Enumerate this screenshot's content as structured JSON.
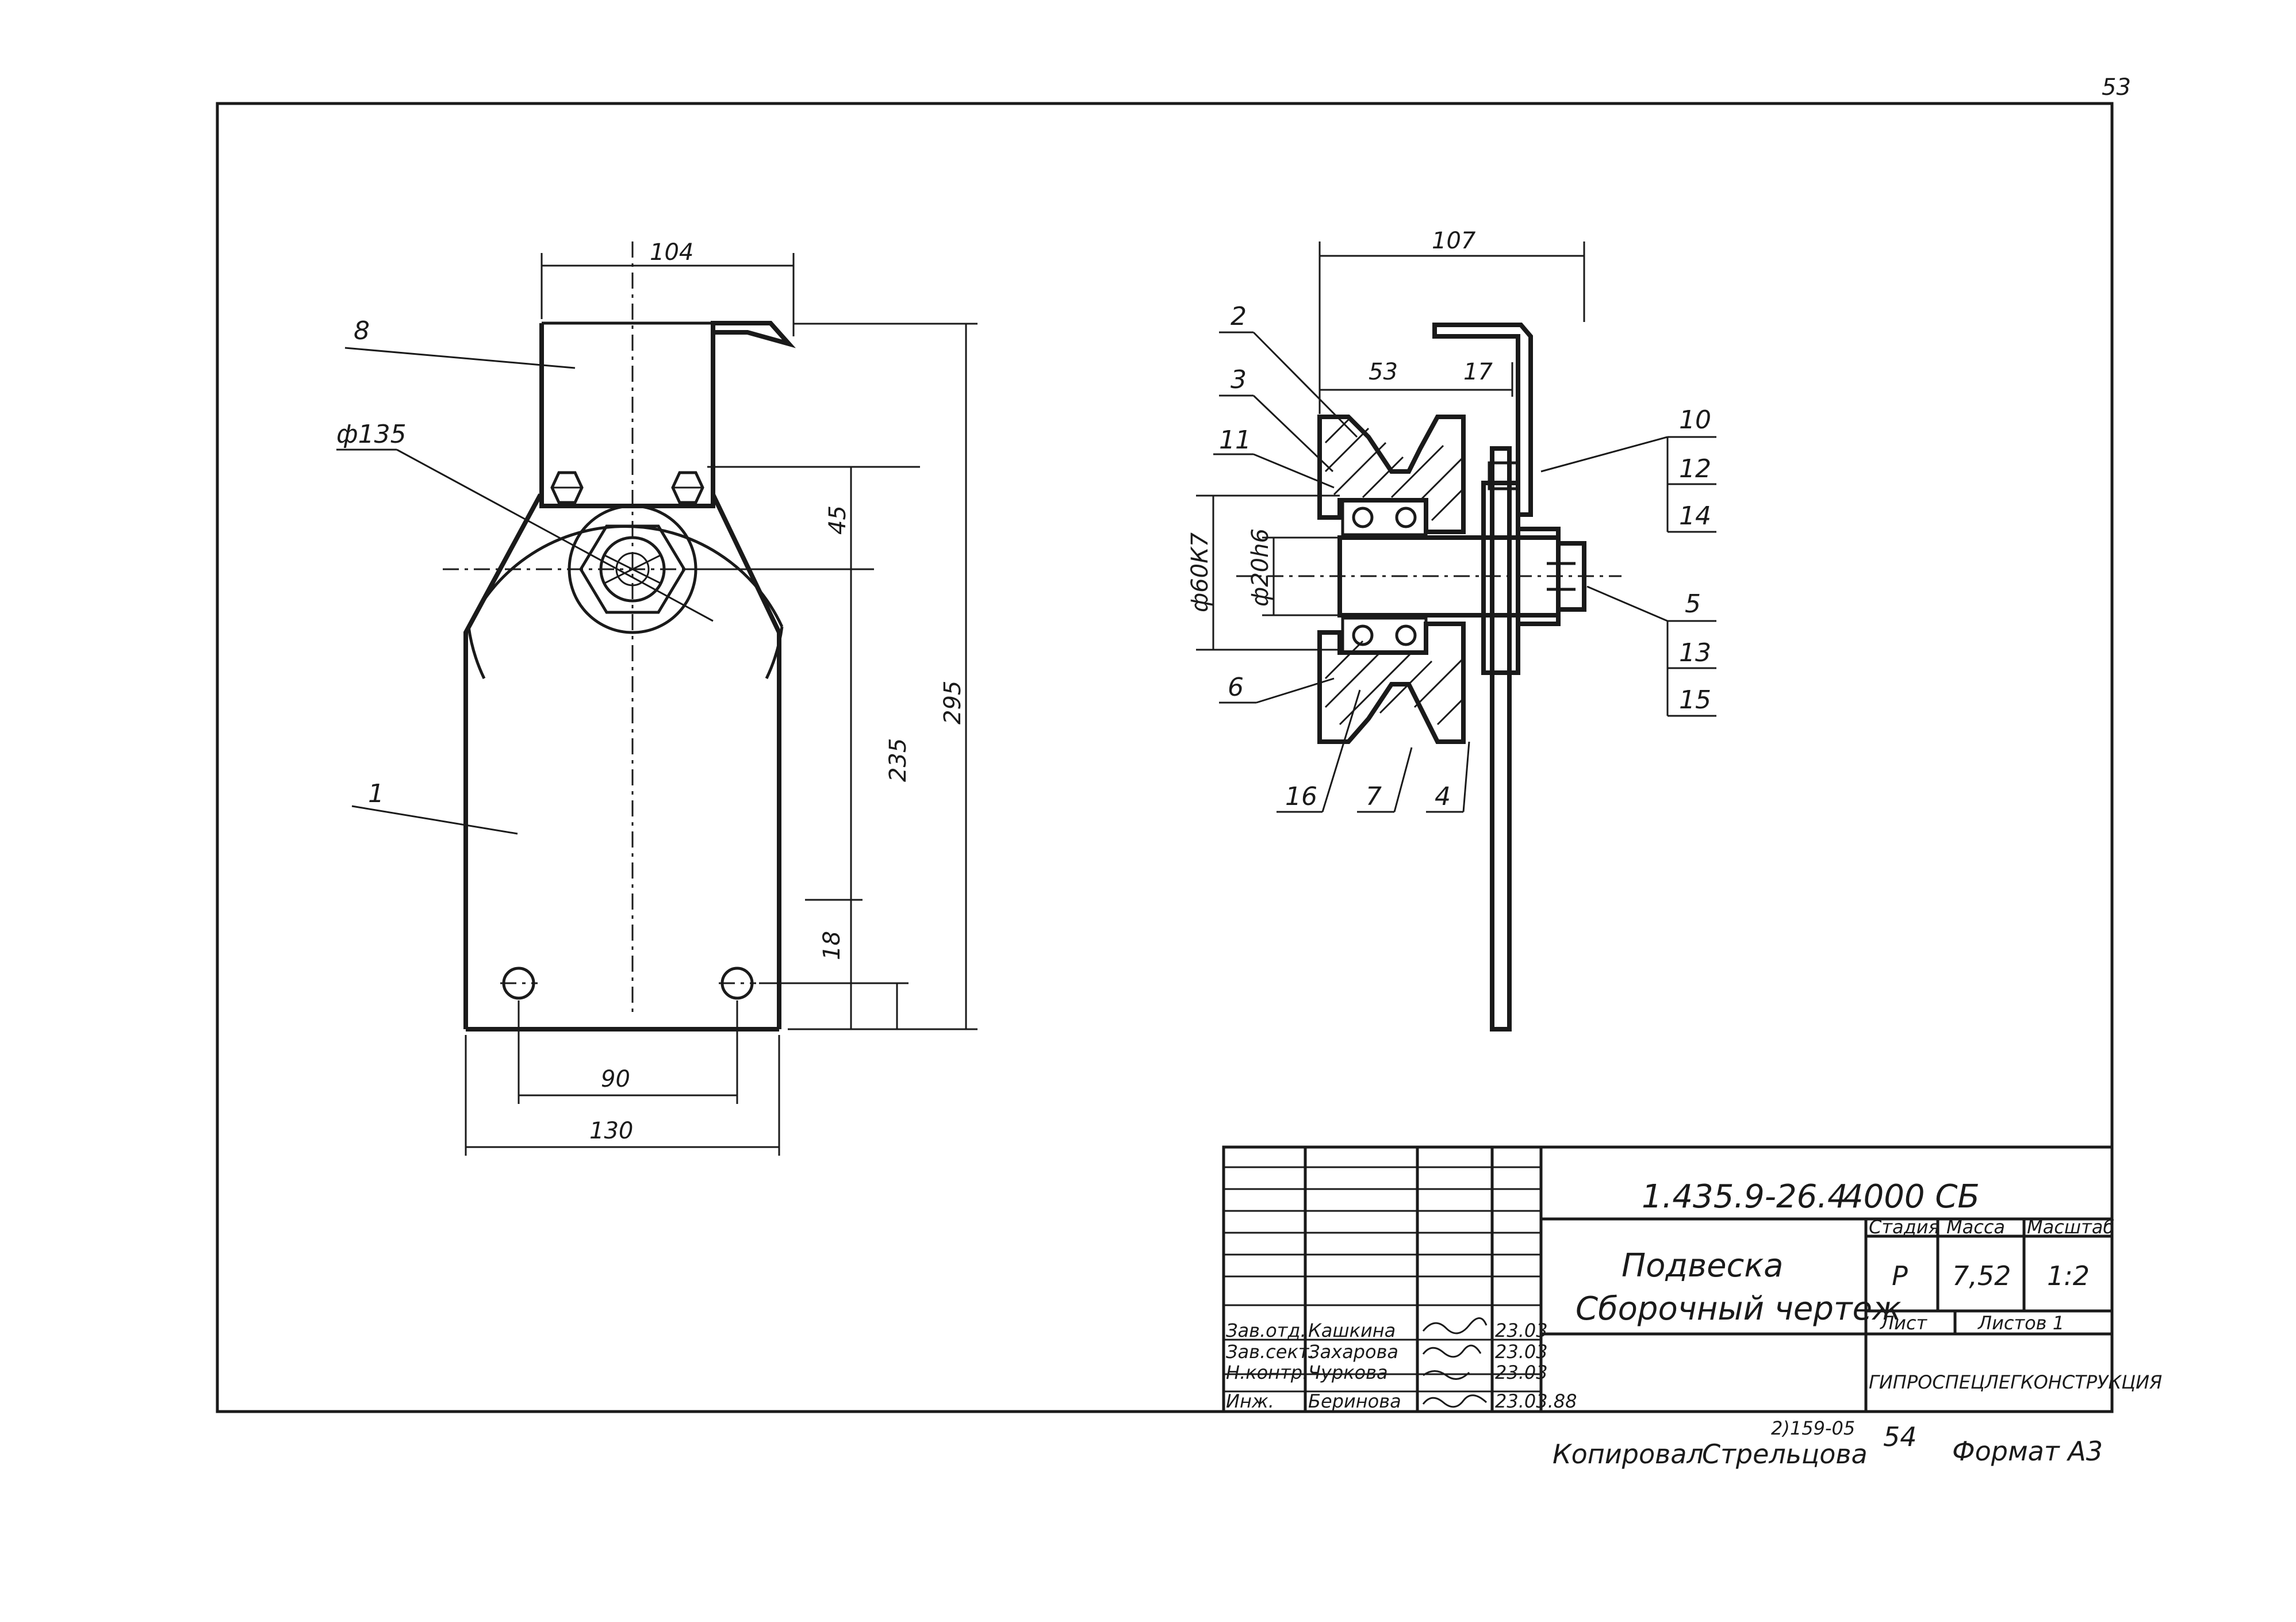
{
  "sheet": {
    "page_number": "53",
    "footer_copied_by_label": "Копировал",
    "footer_copied_by_name": "Стрельцова",
    "footer_archive_number": "2)159-05",
    "footer_sheet": "54",
    "footer_format": "Формат A3"
  },
  "front_view": {
    "dim_width_top": "104",
    "dim_diameter": "ф135",
    "dim_45": "45",
    "dim_235": "235",
    "dim_295": "295",
    "dim_18": "18",
    "dim_90": "90",
    "dim_130": "130",
    "callout_8": "8",
    "callout_1": "1"
  },
  "section_view": {
    "dim_107": "107",
    "dim_53": "53",
    "dim_17": "17",
    "dim_bore_outer": "ф60К7",
    "dim_bore_inner": "ф20h6",
    "callouts_left": [
      "2",
      "3",
      "11",
      "6"
    ],
    "callouts_bottom": [
      "16",
      "7",
      "4"
    ],
    "callouts_right": [
      "10",
      "12",
      "14",
      "5",
      "13",
      "15"
    ]
  },
  "title_block": {
    "doc_code": "1.435.9-26.4",
    "doc_suffix": "4000 СБ",
    "title_line1": "Подвеска",
    "title_line2": "Сборочный чертеж",
    "col_stage": "Стадия",
    "col_mass": "Масса",
    "col_scale": "Масштаб",
    "stage": "Р",
    "mass": "7,52",
    "scale": "1:2",
    "sheet_label": "Лист",
    "sheets_label": "Листов 1",
    "organization": "ГИПРОСПЕЦЛЕГКОНСТРУКЦИЯ",
    "signatures": [
      {
        "role": "Зав.отд.",
        "name": "Кашкина",
        "date": "23.03"
      },
      {
        "role": "Зав.сект.",
        "name": "Захарова",
        "date": "23.03"
      },
      {
        "role": "Н.контр.",
        "name": "Чуркова",
        "date": "23.03"
      },
      {
        "role": "Инж.",
        "name": "Беринова",
        "date": "23.03.88"
      }
    ]
  }
}
